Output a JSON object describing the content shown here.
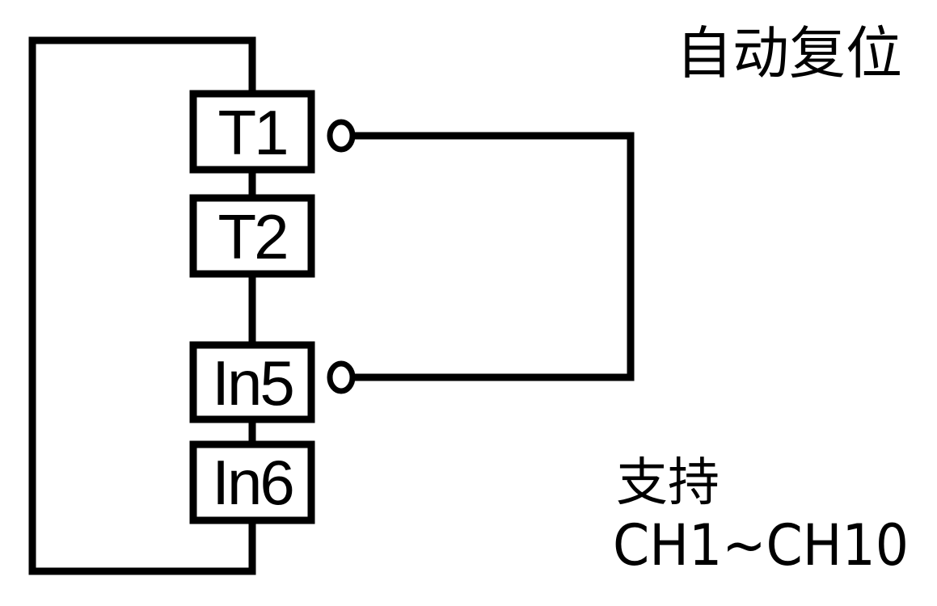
{
  "title": "自动复位",
  "support_label": "支持",
  "support_channels": "CH1~CH10",
  "terminals": {
    "t1": "T1",
    "t2": "T2",
    "in5": "In5",
    "in6": "In6"
  }
}
